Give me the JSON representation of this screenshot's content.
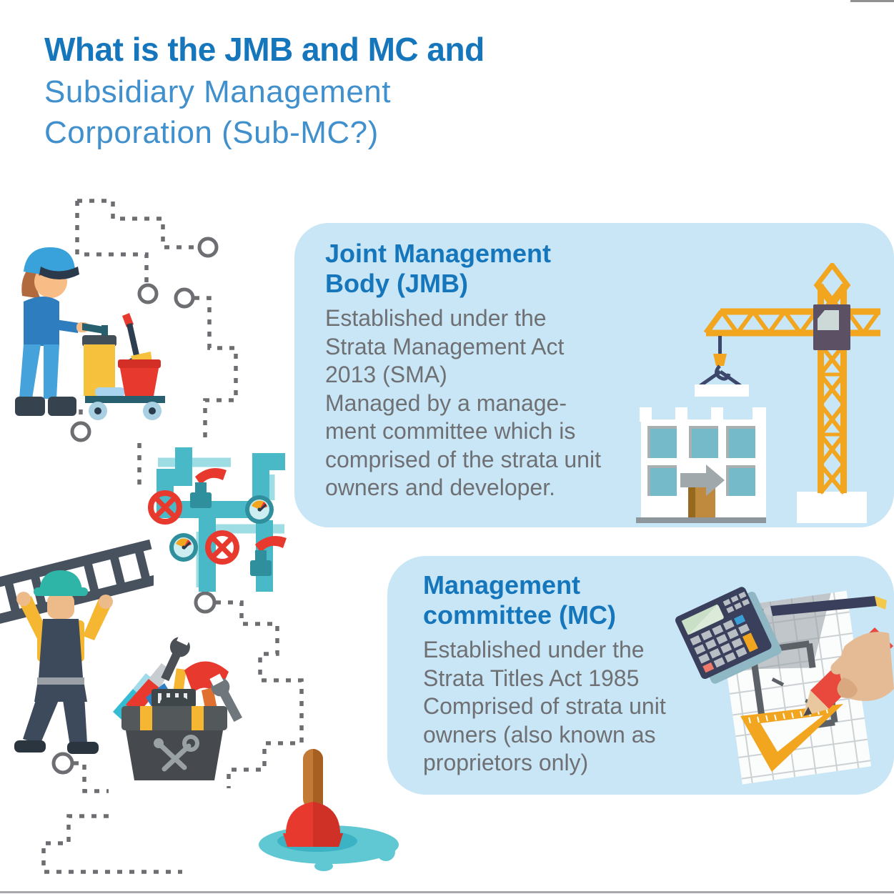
{
  "header": {
    "title_bold": "What is the JMB and MC and",
    "title_light": "Subsidiary Management\nCorporation (Sub-MC?)"
  },
  "cards": {
    "jmb": {
      "heading": "Joint Management\nBody (JMB)",
      "body": "Established under the\nStrata Management Act\n2013 (SMA)\nManaged by a manage-\nment committee which is\ncomprised of the strata unit\nowners and developer."
    },
    "mc": {
      "heading": "Management\ncommittee (MC)",
      "body": "Established under the\nStrata Titles Act 1985\nComprised of strata unit\nowners (also known as\nproprietors only)"
    }
  },
  "icons": [
    "janitor-cart-illustration",
    "pipes-valves-illustration",
    "worker-ladder-illustration",
    "toolbox-illustration",
    "plunger-illustration",
    "construction-crane-building-illustration",
    "calculator-blueprint-illustration",
    "dashed-path-decoration"
  ],
  "colors": {
    "title_bold_blue": "#1576bc",
    "title_light_blue": "#4090cd",
    "card_background": "#c9e6f6",
    "heading_blue": "#1576bc",
    "body_gray": "#6f7073",
    "dash_gray": "#6d6e71",
    "accent_red": "#e8392e",
    "accent_teal": "#49b9c7",
    "accent_yellow": "#f2a51f",
    "accent_navy": "#3d4a5c"
  }
}
